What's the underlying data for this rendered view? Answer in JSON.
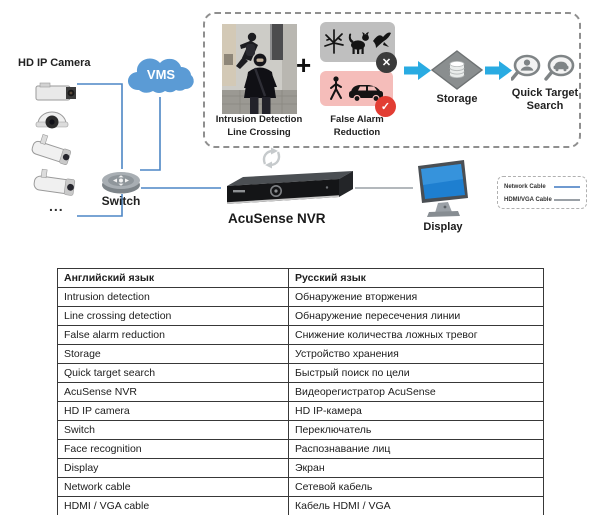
{
  "diagram": {
    "hd_ip_camera_label": "HD IP Camera",
    "vms_label": "VMS",
    "switch_label": "Switch",
    "cameras_ellipsis": "...",
    "plus_sign": "+",
    "intrusion_caption_line1": "Intrusion Detection",
    "intrusion_caption_line2": "Line Crossing",
    "false_alarm_caption_line1": "False Alarm",
    "false_alarm_caption_line2": "Reduction",
    "storage_label": "Storage",
    "quick_target_line1": "Quick Target",
    "quick_target_line2": "Search",
    "nvr_label": "AcuSense NVR",
    "display_label": "Display",
    "reject_mark": "✕",
    "accept_mark": "✓",
    "legend": {
      "items": [
        {
          "label": "Network Cable",
          "line_color": "#6f9ad0"
        },
        {
          "label": "HDMI/VGA Cable",
          "line_color": "#9aa0a6"
        }
      ]
    },
    "icons": [
      "box-camera-icon",
      "dome-camera-icon",
      "bullet-camera-icon",
      "cloud-icon",
      "switch-icon",
      "intruder-photo",
      "plant-icon",
      "cat-icon",
      "bird-icon",
      "pedestrian-icon",
      "car-icon",
      "arrow-right-icon",
      "storage-diamond-icon",
      "search-face-icon",
      "search-vehicle-icon",
      "sync-arrows-icon",
      "nvr-device-icon",
      "monitor-icon"
    ]
  },
  "colors": {
    "accent_arrow_blue": "#29abe2",
    "cloud_blue": "#5b9bd5",
    "network_line_blue": "#4d86c5",
    "hdmi_line_gray": "#9aa0a6",
    "filter_gray_box": "#bfbfbf",
    "filter_pink_box": "#f5bdba",
    "reject_circle": "#3b3b3b",
    "accept_circle": "#e23d33",
    "monitor_screen": "#1e7fd0"
  },
  "table": {
    "headers": {
      "en": "Английский язык",
      "ru": "Русский язык"
    },
    "rows": [
      {
        "en": "Intrusion detection",
        "ru": "Обнаружение вторжения"
      },
      {
        "en": "Line crossing detection",
        "ru": "Обнаружение пересечения линии"
      },
      {
        "en": "False alarm reduction",
        "ru": "Снижение количества ложных тревог"
      },
      {
        "en": "Storage",
        "ru": "Устройство хранения"
      },
      {
        "en": "Quick target search",
        "ru": "Быстрый поиск по цели"
      },
      {
        "en": "AcuSense NVR",
        "ru": "Видеорегистратор AcuSense"
      },
      {
        "en": "HD IP camera",
        "ru": "HD IP-камера"
      },
      {
        "en": "Switch",
        "ru": "Переключатель"
      },
      {
        "en": "Face recognition",
        "ru": "Распознавание лиц"
      },
      {
        "en": "Display",
        "ru": "Экран"
      },
      {
        "en": "Network cable",
        "ru": "Сетевой кабель"
      },
      {
        "en": "HDMI / VGA cable",
        "ru": "Кабель HDMI / VGA"
      }
    ]
  }
}
